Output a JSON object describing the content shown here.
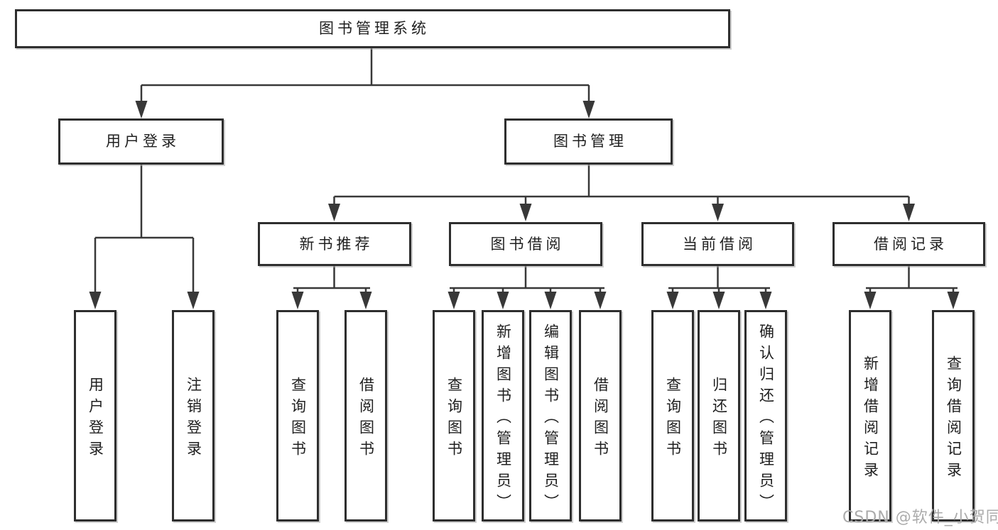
{
  "diagram": {
    "title": "图书管理系统",
    "user_login": {
      "label": "用户登录",
      "leaves": [
        "用户登录",
        "注销登录"
      ]
    },
    "book_management": {
      "label": "图书管理",
      "new_books": {
        "label": "新书推荐",
        "leaves": [
          "查询图书",
          "借阅图书"
        ]
      },
      "book_borrow": {
        "label": "图书借阅",
        "leaves": [
          "查询图书",
          "新增图书（管理员）",
          "编辑图书（管理员）",
          "借阅图书"
        ]
      },
      "current_borrow": {
        "label": "当前借阅",
        "leaves": [
          "查询图书",
          "归还图书",
          "确认归还（管理员）"
        ]
      },
      "borrow_records": {
        "label": "借阅记录",
        "leaves": [
          "新增借阅记录",
          "查询借阅记录"
        ]
      }
    }
  },
  "watermark": "CSDN @软件_小贺同学",
  "colors": {
    "line": "#383838",
    "box_border": "#2e2e2e",
    "text": "#1f1f1f",
    "watermark": "#ababab",
    "background": "#ffffff"
  }
}
